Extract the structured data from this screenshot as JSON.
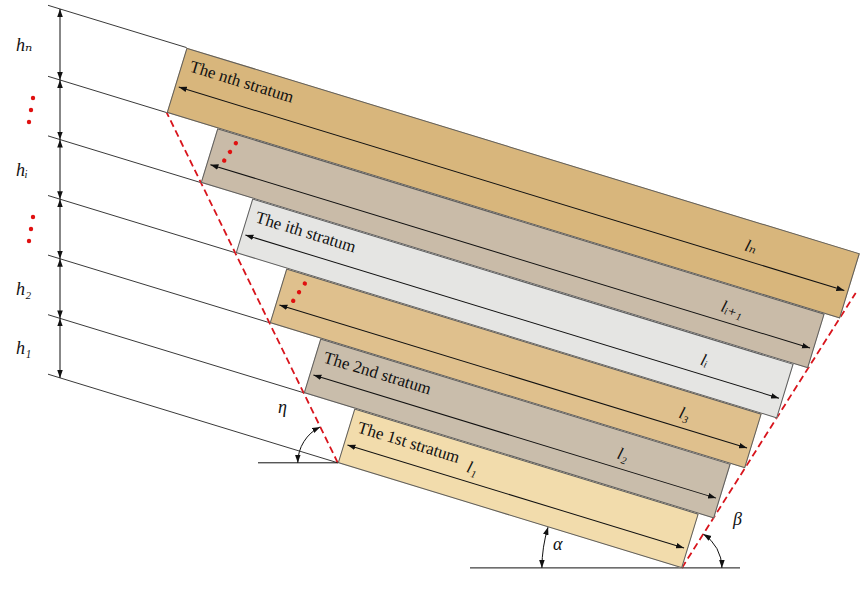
{
  "diagram": {
    "nodes": [
      {
        "text": [
          "The nth stratum",
          "lₙ"
        ]
      },
      {
        "text": [
          "lᵢ₊₁"
        ]
      },
      {
        "text": [
          "The ith stratum",
          "lᵢ"
        ]
      },
      {
        "text": [
          "l₃"
        ]
      },
      {
        "text": [
          "The 2nd stratum",
          "l₂"
        ]
      },
      {
        "text": [
          "The 1st stratum",
          "l₁"
        ]
      }
    ],
    "labels": [
      "hₙ",
      "hᵢ",
      "h₂",
      "h₁",
      "η",
      "α",
      "β"
    ]
  }
}
